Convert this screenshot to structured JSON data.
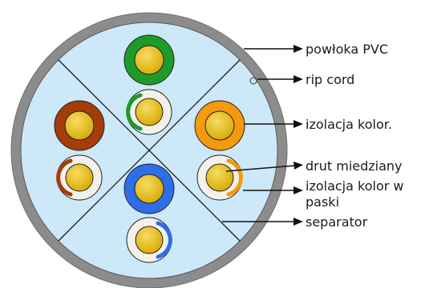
{
  "labels": {
    "pvc_jacket": "powłoka PVC",
    "rip_cord": "rip cord",
    "color_insulation": "izolacja kolor.",
    "copper_wire": "drut miedziany",
    "stripe_insulation_line1": "izolacja kolor w",
    "stripe_insulation_line2": "paski",
    "separator": "separator"
  },
  "colors": {
    "jacket": "#8c8c8c",
    "core_fill": "#cde8f8",
    "copper": "#e0b400",
    "copper_highlight": "#f6d85a",
    "solid_green": "#1e9a2a",
    "solid_brown": "#a53d0a",
    "solid_orange": "#f59a0c",
    "solid_blue": "#2e6ee6",
    "stripe_background": "#f4f1ea"
  },
  "pairs": [
    {
      "name": "green",
      "solid_color": "#1e9a2a"
    },
    {
      "name": "brown",
      "solid_color": "#a53d0a"
    },
    {
      "name": "orange",
      "solid_color": "#f59a0c"
    },
    {
      "name": "blue",
      "solid_color": "#2e6ee6"
    }
  ]
}
